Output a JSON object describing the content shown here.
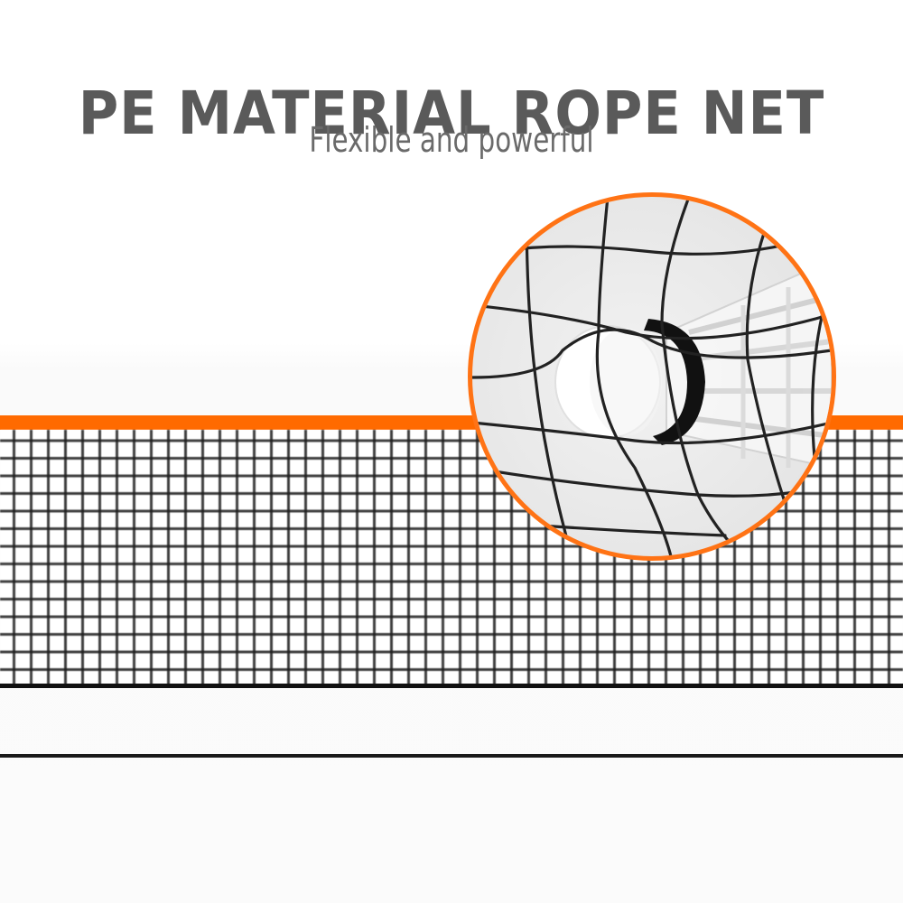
{
  "header": {
    "title": "PE MATERIAL ROPE NET",
    "subtitle": "Flexible and powerful"
  },
  "colors": {
    "title_text": "#5a5a5a",
    "subtitle_text": "#6a6a6a",
    "accent_orange": "#ff6a00",
    "net_black": "#1e1e1e",
    "background": "#ffffff"
  },
  "illustration": {
    "main_subject": "badminton net",
    "detail_inset": "magnified net mesh with shuttlecock",
    "icons": [
      "net-mesh",
      "shuttlecock-icon",
      "magnifier-circle"
    ]
  }
}
